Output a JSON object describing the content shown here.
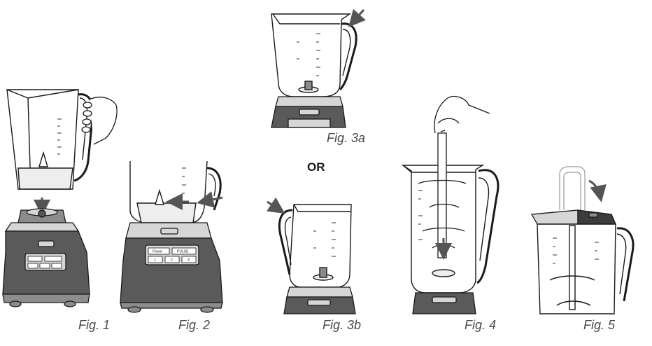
{
  "figures": [
    {
      "id": "fig1",
      "caption": "Fig. 1"
    },
    {
      "id": "fig2",
      "caption": "Fig. 2"
    },
    {
      "id": "fig3a",
      "caption": "Fig. 3a"
    },
    {
      "id": "fig3b",
      "caption": "Fig. 3b"
    },
    {
      "id": "fig4",
      "caption": "Fig. 4"
    },
    {
      "id": "fig5",
      "caption": "Fig. 5"
    }
  ],
  "separator": "OR",
  "control_panel": {
    "power_label": "Power",
    "pulse_label": "PULSE",
    "speed_buttons": [
      "1",
      "2",
      "3"
    ]
  },
  "colors": {
    "line": "#1a1a1a",
    "base_dark": "#5a5a5a",
    "base_mid": "#8c8c8c",
    "base_light": "#d6d6d6",
    "lid_dark": "#3c3c3c",
    "arrow": "#555555"
  }
}
